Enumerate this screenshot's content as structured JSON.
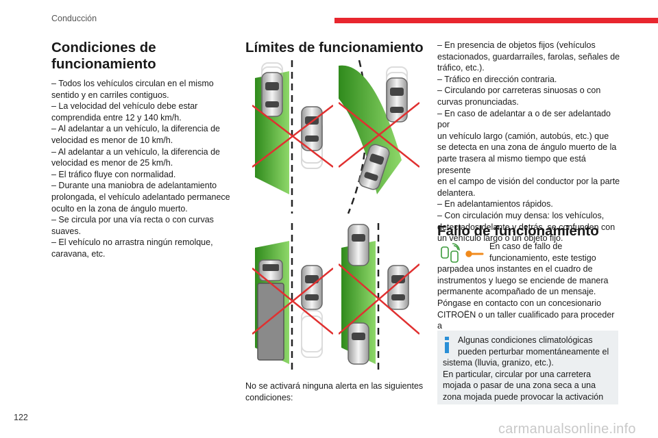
{
  "header": {
    "section": "Conducción"
  },
  "page_number": "122",
  "watermark": "carmanualsonline.info",
  "col1": {
    "title": "Condiciones de funcionamiento",
    "body": "–  Todos los vehículos circulan en el mismo\nsentido y en carriles contiguos.\n–  La velocidad del vehículo debe estar\ncomprendida entre 12 y 140 km/h.\n–  Al adelantar a un vehículo, la diferencia de\nvelocidad es menor de 10 km/h.\n–  Al adelantar a un vehículo, la diferencia de\nvelocidad es menor de 25 km/h.\n–  El tráfico fluye con normalidad.\n–  Durante una maniobra de adelantamiento\nprolongada, el vehículo adelantado permanece\noculto en la zona de ángulo muerto.\n–  Se circula por una vía recta o con curvas\nsuaves.\n–  El vehículo no arrastra ningún remolque,\ncaravana, etc."
  },
  "col2": {
    "title": "Límites de funcionamiento",
    "caption": "No se activará ninguna alerta en las siguientes\ncondiciones:"
  },
  "col3": {
    "body": "–  En presencia de objetos fijos (vehículos\nestacionados, guardarraíles, farolas, señales de\ntráfico, etc.).\n–  Tráfico en dirección contraria.\n–  Circulando por carreteras sinuosas o con\ncurvas pronunciadas.\n–  En caso de adelantar a o de ser adelantado por\nun vehículo largo (camión, autobús, etc.) que\nse detecta en una zona de ángulo muerto de la\nparte trasera al mismo tiempo que está presente\nen el campo de visión del conductor por la parte\ndelantera.\n–  En adelantamientos rápidos.\n–  Con circulación muy densa: los vehículos,\ndetectados delante y detrás, se confunden con\nun vehículo largo o un objeto fijo.",
    "fallo_title": "Fallo de funcionamiento",
    "fallo_line1": "En caso de fallo de",
    "fallo_line2": "funcionamiento, este testigo",
    "fallo_rest": "parpadea unos instantes en el cuadro de\ninstrumentos y luego se enciende de manera\npermanente acompañado de un mensaje.\nPóngase en contacto con un concesionario\nCITROËN o un taller cualificado para proceder a\nla revisión del sistema.",
    "info_line1": "Algunas condiciones climatológicas",
    "info_line2": "pueden perturbar momentáneamente el",
    "info_rest": "sistema (lluvia, granizo, etc.).\nEn particular, circular por una carretera\nmojada o pasar de una zona seca a una\nzona mojada puede provocar la activación"
  },
  "colors": {
    "accent_red": "#e8262e",
    "zone_green": "#4caf2a",
    "cross_red": "#e03030",
    "info_blue": "#2a8fd6",
    "warning_orange": "#f08a1c",
    "icon_green": "#3a9a3a"
  }
}
